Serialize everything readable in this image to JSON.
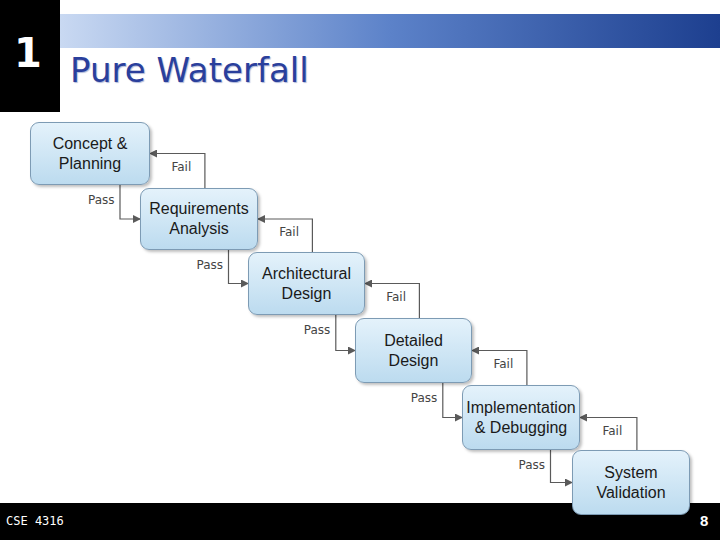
{
  "diagram": {
    "title": "Pure Waterfall",
    "nodes": [
      {
        "text": [
          "Concept & Planning"
        ]
      },
      {
        "text": [
          "Requirements Analysis"
        ]
      },
      {
        "text": [
          "Architectural Design"
        ]
      },
      {
        "text": [
          "Detailed Design"
        ]
      },
      {
        "text": [
          "Implementation & Debugging"
        ]
      },
      {
        "text": [
          "System Validation"
        ]
      }
    ],
    "edges": [
      {
        "from": 0,
        "to": 1,
        "label": "Pass",
        "arrow": "to"
      },
      {
        "from": 1,
        "to": 0,
        "label": "Fail",
        "arrow": "to"
      },
      {
        "from": 1,
        "to": 2,
        "label": "Pass",
        "arrow": "to"
      },
      {
        "from": 2,
        "to": 1,
        "label": "Fail",
        "arrow": "to"
      },
      {
        "from": 2,
        "to": 3,
        "label": "Pass",
        "arrow": "to"
      },
      {
        "from": 3,
        "to": 2,
        "label": "Fail",
        "arrow": "to"
      },
      {
        "from": 3,
        "to": 4,
        "label": "Pass",
        "arrow": "to"
      },
      {
        "from": 4,
        "to": 3,
        "label": "Fail",
        "arrow": "to"
      },
      {
        "from": 4,
        "to": 5,
        "label": "Pass",
        "arrow": "to"
      },
      {
        "from": 5,
        "to": 4,
        "label": "Fail",
        "arrow": "to"
      }
    ],
    "labels": [
      "1",
      "CSE 4316",
      "8"
    ]
  }
}
